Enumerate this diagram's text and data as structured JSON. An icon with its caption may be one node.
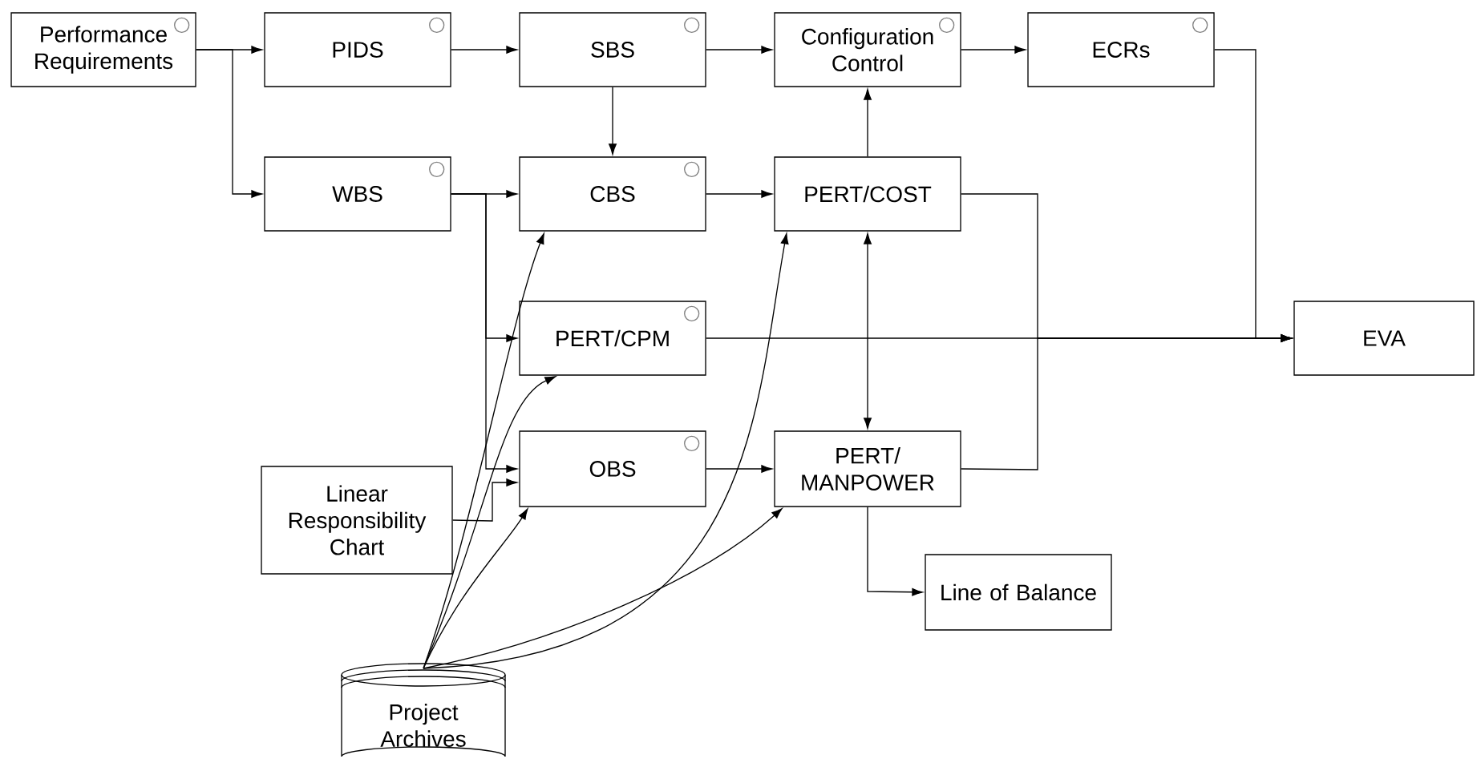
{
  "diagram": {
    "nodes": [
      {
        "text": [
          "Performance Requirements"
        ]
      },
      {
        "text": [
          "PIDS"
        ]
      },
      {
        "text": [
          "SBS"
        ]
      },
      {
        "text": [
          "Configuration Control"
        ]
      },
      {
        "text": [
          "ECRs"
        ]
      },
      {
        "text": [
          "WBS"
        ]
      },
      {
        "text": [
          "CBS"
        ]
      },
      {
        "text": [
          "PERT/COST"
        ]
      },
      {
        "text": [
          "PERT/CPM"
        ]
      },
      {
        "text": [
          "EVA"
        ]
      },
      {
        "text": [
          "OBS"
        ]
      },
      {
        "text": [
          "PERT/ MANPOWER"
        ]
      },
      {
        "text": [
          "Linear Responsibility Chart"
        ]
      },
      {
        "text": [
          "Line of Balance"
        ]
      },
      {
        "text": [
          "Project Archives"
        ]
      }
    ],
    "edges": [
      {
        "from": 0,
        "to": 1,
        "arrow": "to"
      },
      {
        "from": 0,
        "to": 5,
        "arrow": "to"
      },
      {
        "from": 1,
        "to": 2,
        "arrow": "to"
      },
      {
        "from": 2,
        "to": 3,
        "arrow": "to"
      },
      {
        "from": 3,
        "to": 4,
        "arrow": "to"
      },
      {
        "from": 2,
        "to": 6,
        "arrow": "to"
      },
      {
        "from": 5,
        "to": 6,
        "arrow": "to"
      },
      {
        "from": 5,
        "to": 8,
        "arrow": "to"
      },
      {
        "from": 5,
        "to": 10,
        "arrow": "to"
      },
      {
        "from": 12,
        "to": 10,
        "arrow": "to"
      },
      {
        "from": 6,
        "to": 7,
        "arrow": "to"
      },
      {
        "from": 7,
        "to": 3,
        "arrow": "to"
      },
      {
        "from": 7,
        "to": 11,
        "arrow": "both"
      },
      {
        "from": 10,
        "to": 11,
        "arrow": "to"
      },
      {
        "from": 4,
        "to": 9,
        "arrow": "to"
      },
      {
        "from": 7,
        "to": 9,
        "arrow": "to"
      },
      {
        "from": 8,
        "to": 9,
        "arrow": "to"
      },
      {
        "from": 11,
        "to": 9,
        "arrow": "to"
      },
      {
        "from": 11,
        "to": 13,
        "arrow": "to"
      },
      {
        "from": 14,
        "to": 6,
        "arrow": "to"
      },
      {
        "from": 14,
        "to": 8,
        "arrow": "to"
      },
      {
        "from": 14,
        "to": 10,
        "arrow": "to"
      },
      {
        "from": 14,
        "to": 7,
        "arrow": "to"
      },
      {
        "from": 14,
        "to": 11,
        "arrow": "to"
      }
    ]
  }
}
